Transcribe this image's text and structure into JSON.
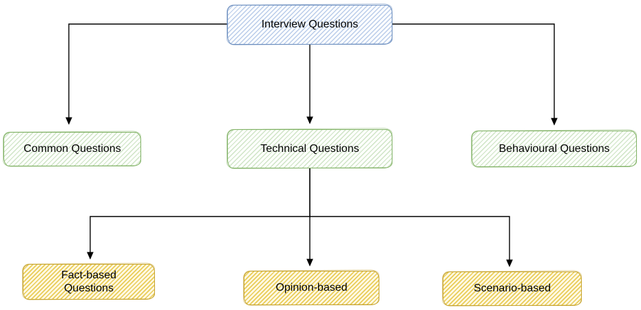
{
  "diagram": {
    "nodes": [
      {
        "id": "interview-questions",
        "label": "Interview Questions",
        "theme": "blue"
      },
      {
        "id": "common-questions",
        "label": "Common Questions",
        "theme": "green"
      },
      {
        "id": "technical-questions",
        "label": "Technical Questions",
        "theme": "green"
      },
      {
        "id": "behavioural-questions",
        "label": "Behavioural Questions",
        "theme": "green"
      },
      {
        "id": "fact-based-questions",
        "label": "Fact-based Questions",
        "theme": "yellow"
      },
      {
        "id": "opinion-based",
        "label": "Opinion-based",
        "theme": "yellow"
      },
      {
        "id": "scenario-based",
        "label": "Scenario-based",
        "theme": "yellow"
      }
    ],
    "edges": [
      {
        "from": "Interview Questions",
        "to": "Common Questions"
      },
      {
        "from": "Interview Questions",
        "to": "Technical Questions"
      },
      {
        "from": "Interview Questions",
        "to": "Behavioural Questions"
      },
      {
        "from": "Technical Questions",
        "to": "Fact-based Questions"
      },
      {
        "from": "Technical Questions",
        "to": "Opinion-based"
      },
      {
        "from": "Technical Questions",
        "to": "Scenario-based"
      }
    ],
    "colors": {
      "root_stroke": "#6c8ebf",
      "root_hatch": "#b9cfec",
      "branch_stroke": "#82b366",
      "branch_hatch": "#c8dfc1",
      "leaf_stroke": "#c7a430",
      "leaf_hatch": "#e3be2a",
      "edge": "#000000",
      "text": "#000000",
      "background": "#ffffff"
    }
  }
}
